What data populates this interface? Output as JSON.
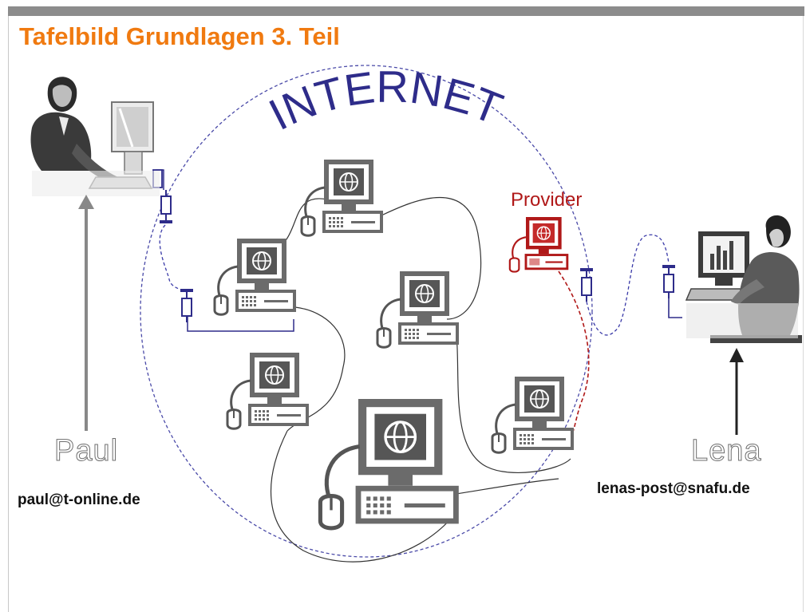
{
  "title": "Tafelbild Grundlagen 3. Teil",
  "network_label": "INTERNET",
  "provider_label": "Provider",
  "sender": {
    "name": "Paul",
    "email": "paul@t-online.de",
    "icon": "man-at-computer-icon"
  },
  "recipient": {
    "name": "Lena",
    "email": "lenas-post@snafu.de",
    "icon": "woman-at-computer-icon"
  },
  "computer_icon": "computer-globe-icon",
  "modem_icon": "modem-icon",
  "colors": {
    "title": "#f07a10",
    "internet_text": "#2e2c8a",
    "provider": "#b01818",
    "cable": "#2e2c8a",
    "circle": "#4a4aa8"
  }
}
